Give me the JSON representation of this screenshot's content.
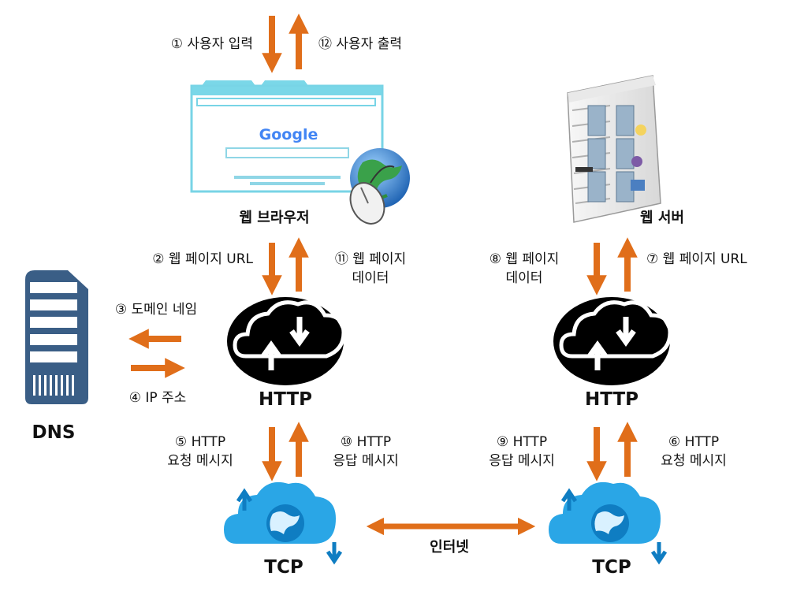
{
  "colors": {
    "arrow": "#E06E1A",
    "cloud_blue": "#2AA6E6",
    "cloud_dark": "#0F7DC2",
    "server_blue": "#3A5E86"
  },
  "icons": {
    "browser": "browser-window-icon",
    "globe_mouse": "globe-mouse-icon",
    "web_server": "web-server-icon",
    "dns_server": "dns-server-icon",
    "http_cloud": "http-cloud-sync-icon",
    "tcp_cloud": "tcp-cloud-globe-icon"
  },
  "browser": {
    "logo_text": "Google",
    "name": "웹 브라우저"
  },
  "web_server": {
    "name": "웹 서버"
  },
  "dns": {
    "name": "DNS"
  },
  "http_left": {
    "label": "HTTP"
  },
  "http_right": {
    "label": "HTTP"
  },
  "tcp_left": {
    "label": "TCP"
  },
  "tcp_right": {
    "label": "TCP"
  },
  "internet": {
    "label": "인터넷"
  },
  "steps": {
    "s1": "① 사용자 입력",
    "s2": "② 웹 페이지 URL",
    "s3": "③ 도메인 네임",
    "s4": "④ IP 주소",
    "s5": [
      "⑤ HTTP",
      "요청 메시지"
    ],
    "s6": [
      "⑥ HTTP",
      "요청 메시지"
    ],
    "s7": "⑦ 웹 페이지 URL",
    "s8": [
      "⑧ 웹 페이지",
      "데이터"
    ],
    "s9": [
      "⑨ HTTP",
      "응답 메시지"
    ],
    "s10": [
      "⑩ HTTP",
      "응답 메시지"
    ],
    "s11": [
      "⑪ 웹 페이지",
      "데이터"
    ],
    "s12": "⑫ 사용자 출력"
  }
}
